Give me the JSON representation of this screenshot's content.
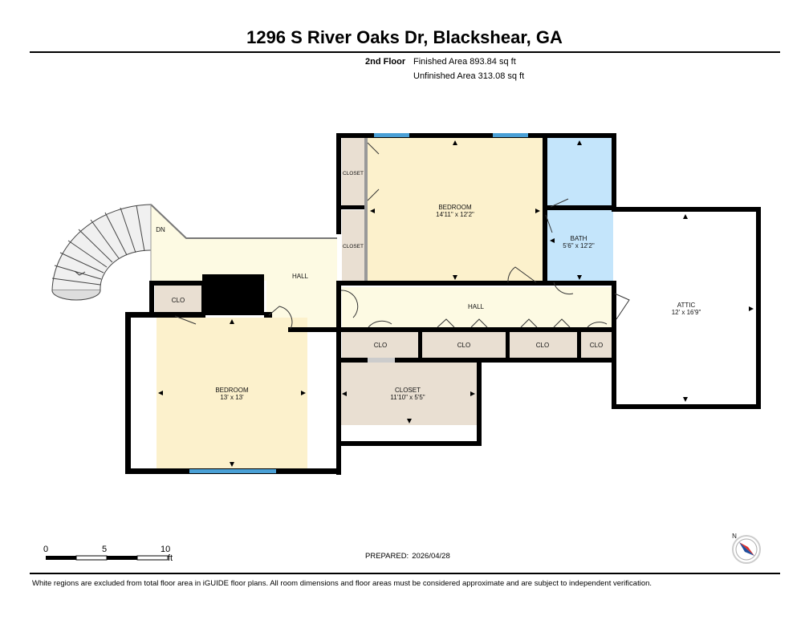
{
  "header": {
    "address": "1296 S River Oaks Dr, Blackshear, GA",
    "floor": "2nd Floor",
    "finished_label": "Finished Area",
    "finished_value": "893.84 sq ft",
    "unfinished_label": "Unfinished Area",
    "unfinished_value": "313.08 sq ft"
  },
  "rooms": {
    "bedroom_main": {
      "name": "BEDROOM",
      "dims": "14'11\" x 12'2\""
    },
    "bath": {
      "name": "BATH",
      "dims": "5'6\" x 12'2\""
    },
    "attic": {
      "name": "ATTIC",
      "dims": "12' x 16'9\""
    },
    "bedroom_left": {
      "name": "BEDROOM",
      "dims": "13' x 13'"
    },
    "closet_big": {
      "name": "CLOSET",
      "dims": "11'10\" x 5'5\""
    },
    "hall_upper": {
      "name": "HALL"
    },
    "hall_lower": {
      "name": "HALL"
    },
    "closet_a": {
      "name": "CLOSET"
    },
    "closet_b": {
      "name": "CLOSET"
    },
    "clo_left": {
      "name": "CLO"
    },
    "clo_1": {
      "name": "CLO"
    },
    "clo_2": {
      "name": "CLO"
    },
    "clo_3": {
      "name": "CLO"
    },
    "clo_4": {
      "name": "CLO"
    },
    "stairs": {
      "name": "DN"
    }
  },
  "scale": {
    "t0": "0",
    "t5": "5",
    "t10": "10",
    "unit": "ft"
  },
  "compass": {
    "label": "N"
  },
  "footer": {
    "prepared_label": "PREPARED:",
    "prepared_date": "2026/04/28",
    "disclaimer": "White regions are excluded from total floor area in iGUIDE floor plans. All room dimensions and floor areas must be considered approximate and are subject to independent verification."
  },
  "colors": {
    "bedroom": "#fcf1cc",
    "hall": "#fdfae3",
    "closet": "#e9dfd2",
    "bath": "#c4e5fb",
    "wall": "#000000",
    "window": "#4aa0d6"
  }
}
